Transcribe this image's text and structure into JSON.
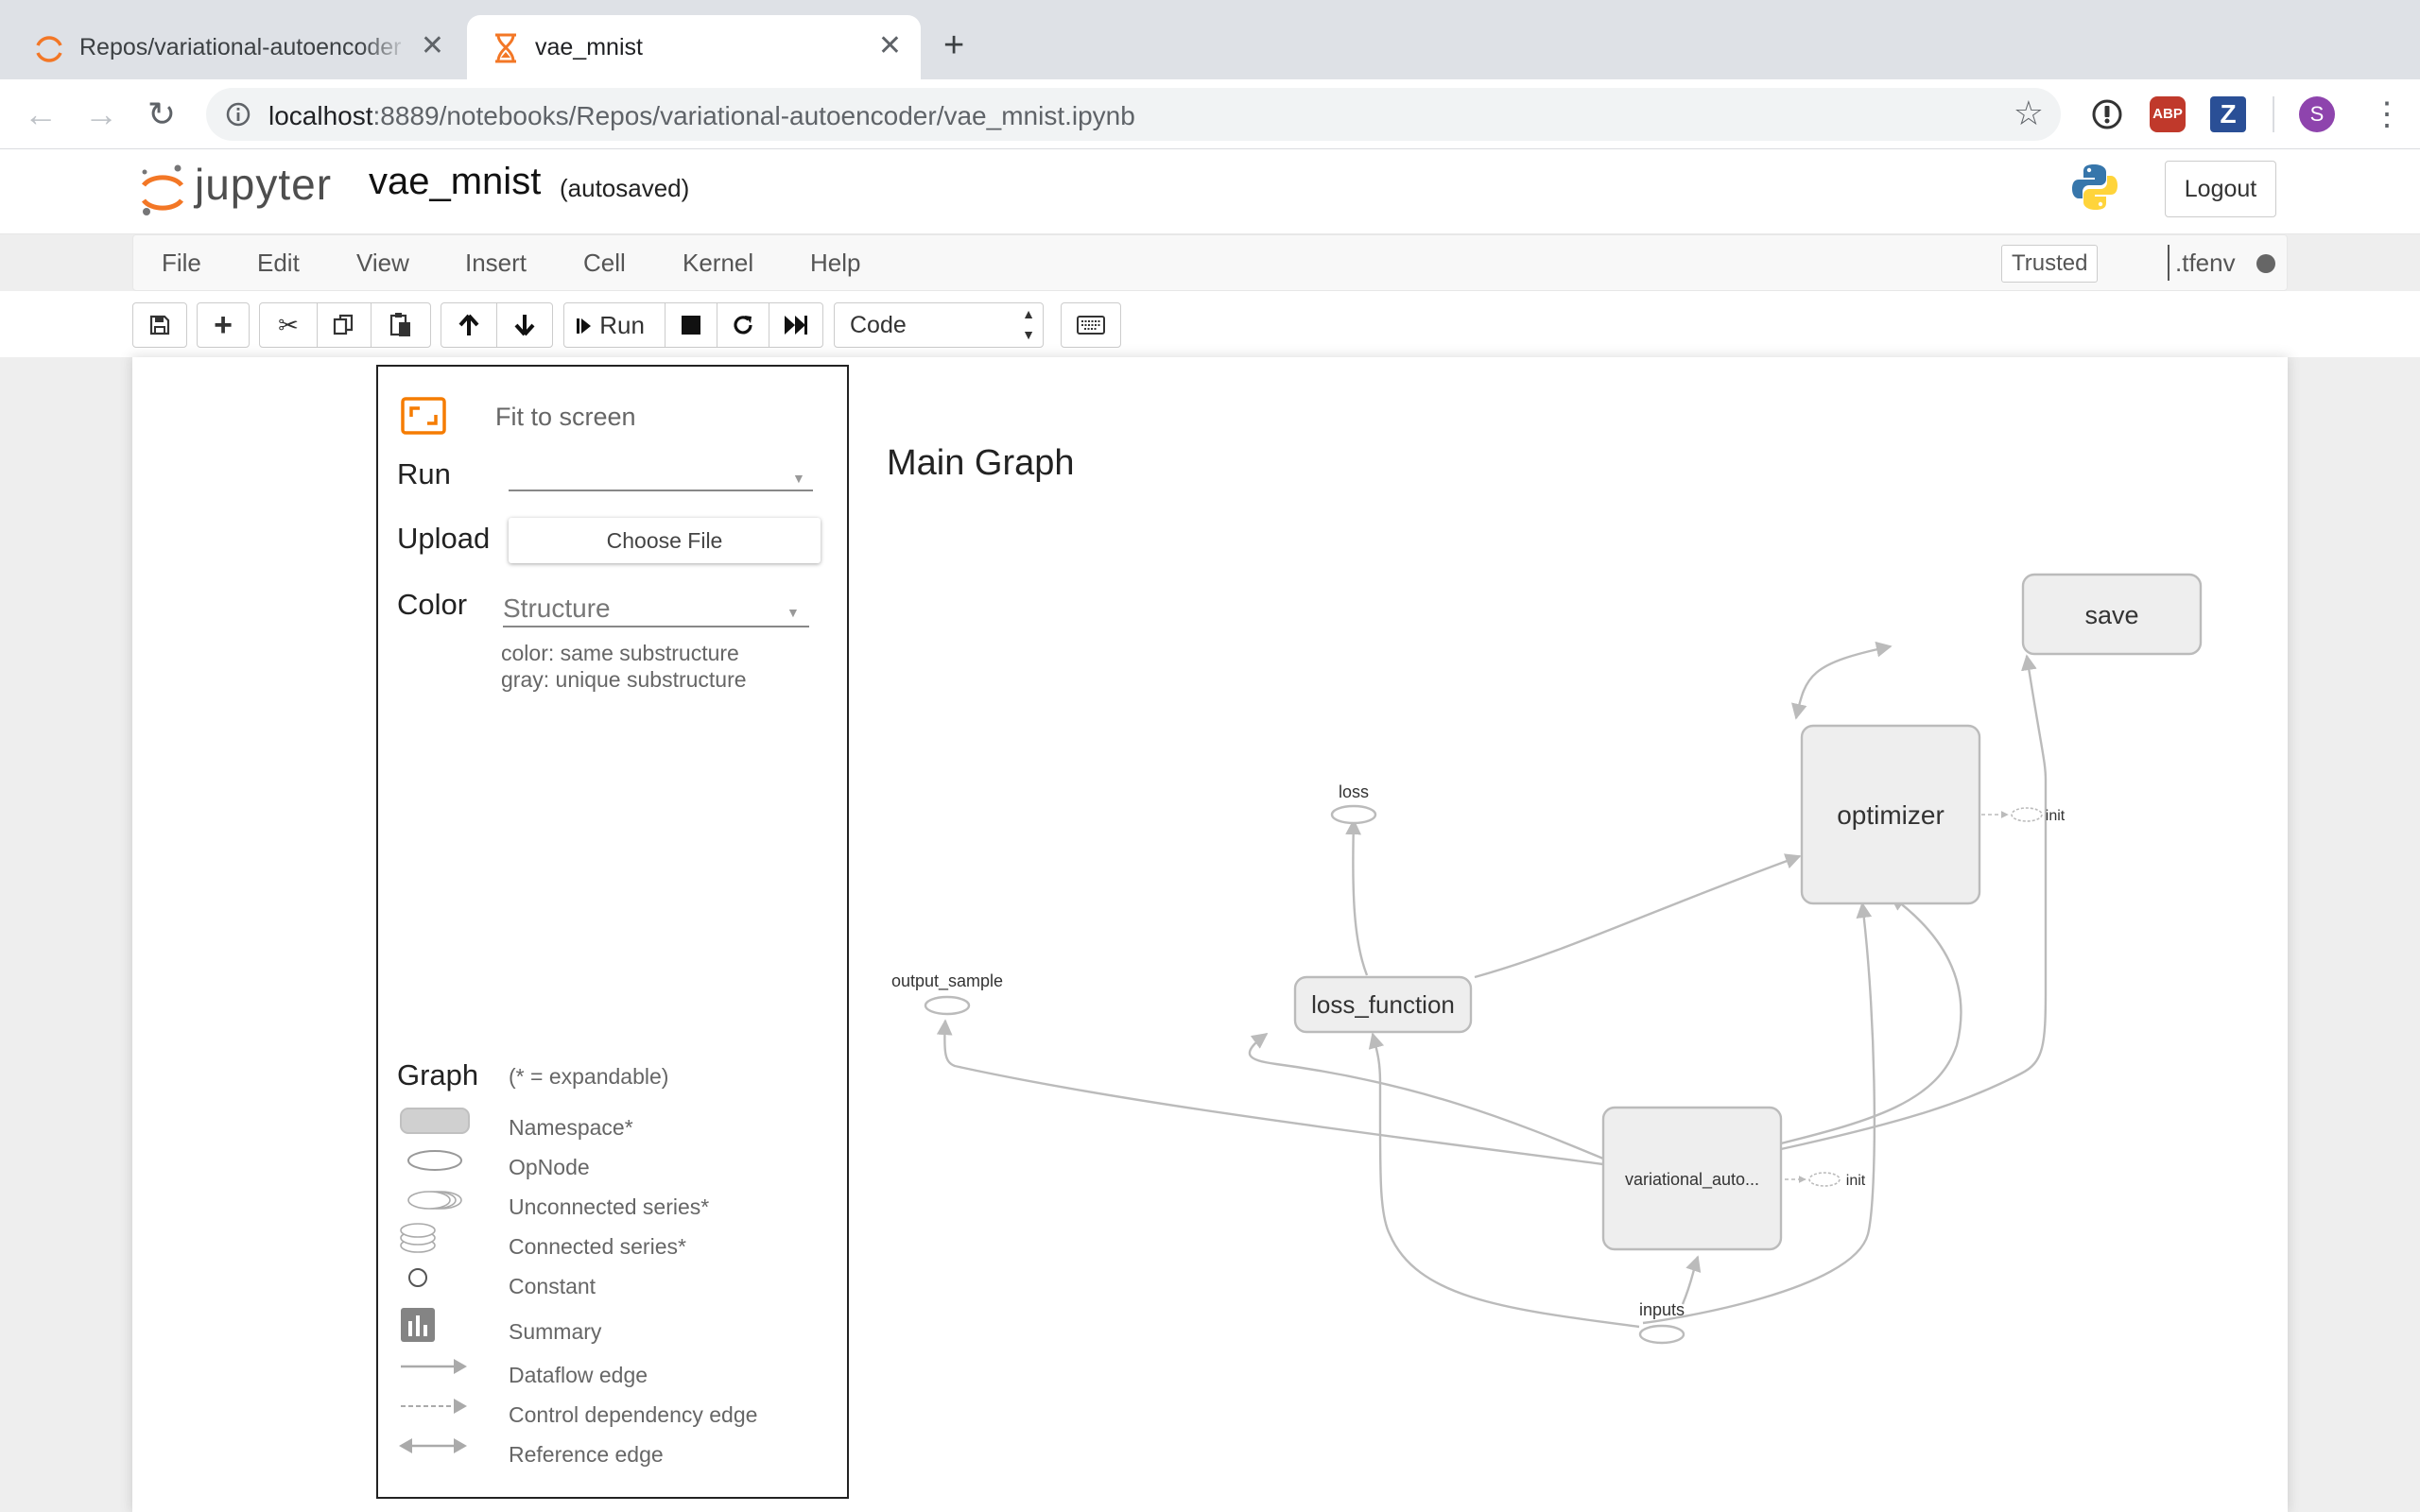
{
  "browser": {
    "tabs": [
      {
        "title": "Repos/variational-autoencoder",
        "active": false
      },
      {
        "title": "vae_mnist",
        "active": true
      }
    ],
    "url_host": "localhost",
    "url_rest": ":8889/notebooks/Repos/variational-autoencoder/vae_mnist.ipynb",
    "extensions": [
      "ABP",
      "Z"
    ],
    "profile_initial": "S"
  },
  "jupyter": {
    "logo_text": "jupyter",
    "notebook_name": "vae_mnist",
    "autosave_status": "(autosaved)",
    "logout_label": "Logout",
    "menus": [
      "File",
      "Edit",
      "View",
      "Insert",
      "Cell",
      "Kernel",
      "Help"
    ],
    "trusted_label": "Trusted",
    "kernel_name": ".tfenv",
    "run_label": "Run",
    "cell_type": "Code"
  },
  "tensorboard": {
    "fit_label": "Fit to screen",
    "run_label": "Run",
    "upload_label": "Upload",
    "choose_file_label": "Choose File",
    "color_label": "Color",
    "color_value": "Structure",
    "color_hint_1": "color: same substructure",
    "color_hint_2": "gray: unique substructure",
    "graph_label": "Graph",
    "expandable_note": "(* = expandable)",
    "legend": [
      "Namespace*",
      "OpNode",
      "Unconnected series*",
      "Connected series*",
      "Constant",
      "Summary",
      "Dataflow edge",
      "Control dependency edge",
      "Reference edge"
    ],
    "graph_title": "Main Graph",
    "nodes": {
      "save": "save",
      "optimizer": "optimizer",
      "optimizer_init": "init",
      "loss": "loss",
      "loss_function": "loss_function",
      "output_sample": "output_sample",
      "vae": "variational_auto...",
      "vae_init": "init",
      "inputs": "inputs"
    }
  },
  "colors": {
    "jupyter_orange": "#f37726",
    "edge_gray": "#bbbbbb",
    "node_fill": "#eeeeee",
    "node_stroke": "#bbbbbb"
  }
}
